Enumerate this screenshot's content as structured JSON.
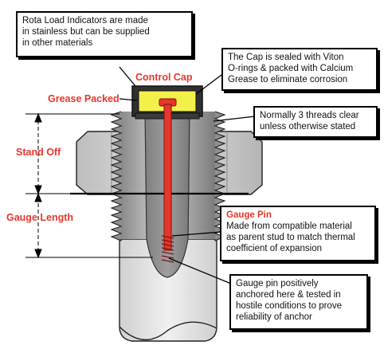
{
  "callouts": {
    "material": [
      "Rota Load Indicators are made",
      "in stainless but can be supplied",
      "in other materials"
    ],
    "cap": [
      "The Cap is sealed with Viton",
      "O-rings & packed with Calcium",
      "Grease to eliminate corrosion"
    ],
    "threads": [
      "Normally 3 threads clear",
      "unless otherwise stated"
    ],
    "gauge_pin": {
      "title": "Gauge Pin",
      "lines": [
        "Made from compatible material",
        "as parent stud to match thermal",
        "coefficient of expansion"
      ]
    },
    "anchor": [
      "Gauge pin positively",
      "anchored here & tested in",
      "hostile conditions to prove",
      "reliability of anchor"
    ]
  },
  "labels": {
    "control_cap": "Control Cap",
    "grease_packed": "Grease Packed",
    "stand_off": "Stand Off",
    "gauge_length": "Gauge Length"
  },
  "colors": {
    "label_red": "#e8362c",
    "pin_red": "#e8362c",
    "grease_yellow": "#f3f04a",
    "stud_grey": "#a7a7a7",
    "nut_grey": "#d6d6d6"
  }
}
